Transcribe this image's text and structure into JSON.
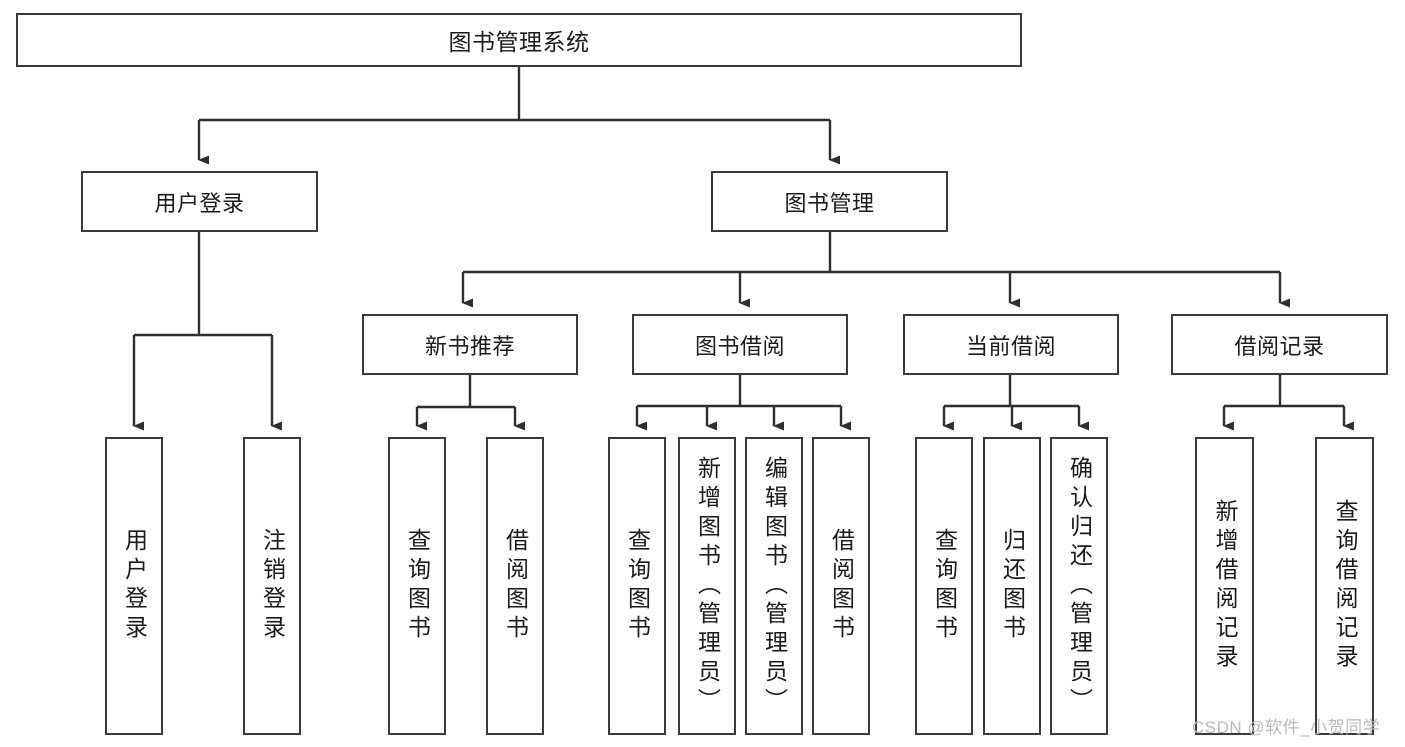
{
  "diagram": {
    "type": "tree-hierarchy",
    "title": "图书管理系统",
    "root": {
      "label": "图书管理系统"
    },
    "level2": [
      {
        "id": "user-login",
        "label": "用户登录"
      },
      {
        "id": "book-management",
        "label": "图书管理"
      }
    ],
    "level3": [
      {
        "id": "new-book-recommend",
        "label": "新书推荐",
        "parent": "book-management"
      },
      {
        "id": "book-borrow",
        "label": "图书借阅",
        "parent": "book-management"
      },
      {
        "id": "current-borrow",
        "label": "当前借阅",
        "parent": "book-management"
      },
      {
        "id": "borrow-record",
        "label": "借阅记录",
        "parent": "book-management"
      }
    ],
    "leaves": [
      {
        "id": "leaf-user-login",
        "label": "用户登录",
        "parent": "user-login"
      },
      {
        "id": "leaf-logout-login",
        "label": "注销登录",
        "parent": "user-login"
      },
      {
        "id": "leaf-query-book-1",
        "label": "查询图书",
        "parent": "new-book-recommend"
      },
      {
        "id": "leaf-borrow-book-1",
        "label": "借阅图书",
        "parent": "new-book-recommend"
      },
      {
        "id": "leaf-query-book-2",
        "label": "查询图书",
        "parent": "book-borrow"
      },
      {
        "id": "leaf-add-book",
        "label": "新增图书（管理员）",
        "parent": "book-borrow"
      },
      {
        "id": "leaf-edit-book",
        "label": "编辑图书（管理员）",
        "parent": "book-borrow"
      },
      {
        "id": "leaf-borrow-book-2",
        "label": "借阅图书",
        "parent": "book-borrow"
      },
      {
        "id": "leaf-query-book-3",
        "label": "查询图书",
        "parent": "current-borrow"
      },
      {
        "id": "leaf-return-book",
        "label": "归还图书",
        "parent": "current-borrow"
      },
      {
        "id": "leaf-confirm-return",
        "label": "确认归还（管理员）",
        "parent": "current-borrow"
      },
      {
        "id": "leaf-add-record",
        "label": "新增借阅记录",
        "parent": "borrow-record"
      },
      {
        "id": "leaf-query-record",
        "label": "查询借阅记录",
        "parent": "borrow-record"
      }
    ]
  },
  "watermark": {
    "text": "CSDN @软件_小贺同学"
  },
  "colors": {
    "box_border": "#3a3a3a",
    "box_fill": "#ffffff",
    "edge": "#2f2f2f",
    "text": "#1b1b1b",
    "watermark": "#b9b9b9",
    "background": "#ffffff"
  }
}
